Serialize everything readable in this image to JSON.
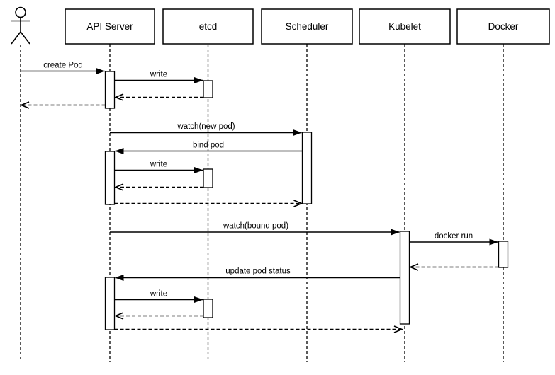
{
  "diagram": {
    "type": "uml-sequence-diagram",
    "colors": {
      "stroke": "#000000",
      "box_fill": "#ffffff",
      "background": "#ffffff"
    },
    "lifelines": [
      {
        "id": "actor",
        "kind": "actor",
        "label": ""
      },
      {
        "id": "api_server",
        "kind": "participant",
        "label": "API Server"
      },
      {
        "id": "etcd",
        "kind": "participant",
        "label": "etcd"
      },
      {
        "id": "scheduler",
        "kind": "participant",
        "label": "Scheduler"
      },
      {
        "id": "kubelet",
        "kind": "participant",
        "label": "Kubelet"
      },
      {
        "id": "docker",
        "kind": "participant",
        "label": "Docker"
      }
    ],
    "messages": [
      {
        "seq": 1,
        "from": "actor",
        "to": "api_server",
        "label": "create Pod",
        "line": "solid",
        "arrow": "filled"
      },
      {
        "seq": 2,
        "from": "api_server",
        "to": "etcd",
        "label": "write",
        "line": "solid",
        "arrow": "filled"
      },
      {
        "seq": 3,
        "from": "etcd",
        "to": "api_server",
        "label": "",
        "line": "dashed",
        "arrow": "open"
      },
      {
        "seq": 4,
        "from": "api_server",
        "to": "actor",
        "label": "",
        "line": "dashed",
        "arrow": "open"
      },
      {
        "seq": 5,
        "from": "api_server",
        "to": "scheduler",
        "label": "watch(new pod)",
        "line": "solid",
        "arrow": "filled"
      },
      {
        "seq": 6,
        "from": "scheduler",
        "to": "api_server",
        "label": "bind pod",
        "line": "solid",
        "arrow": "filled"
      },
      {
        "seq": 7,
        "from": "api_server",
        "to": "etcd",
        "label": "write",
        "line": "solid",
        "arrow": "filled"
      },
      {
        "seq": 8,
        "from": "etcd",
        "to": "api_server",
        "label": "",
        "line": "dashed",
        "arrow": "open"
      },
      {
        "seq": 9,
        "from": "api_server",
        "to": "scheduler",
        "label": "",
        "line": "dashed",
        "arrow": "open"
      },
      {
        "seq": 10,
        "from": "api_server",
        "to": "kubelet",
        "label": "watch(bound pod)",
        "line": "solid",
        "arrow": "filled"
      },
      {
        "seq": 11,
        "from": "kubelet",
        "to": "docker",
        "label": "docker run",
        "line": "solid",
        "arrow": "filled"
      },
      {
        "seq": 12,
        "from": "docker",
        "to": "kubelet",
        "label": "",
        "line": "dashed",
        "arrow": "open"
      },
      {
        "seq": 13,
        "from": "kubelet",
        "to": "api_server",
        "label": "update pod status",
        "line": "solid",
        "arrow": "filled"
      },
      {
        "seq": 14,
        "from": "api_server",
        "to": "etcd",
        "label": "write",
        "line": "solid",
        "arrow": "filled"
      },
      {
        "seq": 15,
        "from": "etcd",
        "to": "api_server",
        "label": "",
        "line": "dashed",
        "arrow": "open"
      },
      {
        "seq": 16,
        "from": "api_server",
        "to": "kubelet",
        "label": "",
        "line": "dashed",
        "arrow": "open"
      }
    ]
  }
}
